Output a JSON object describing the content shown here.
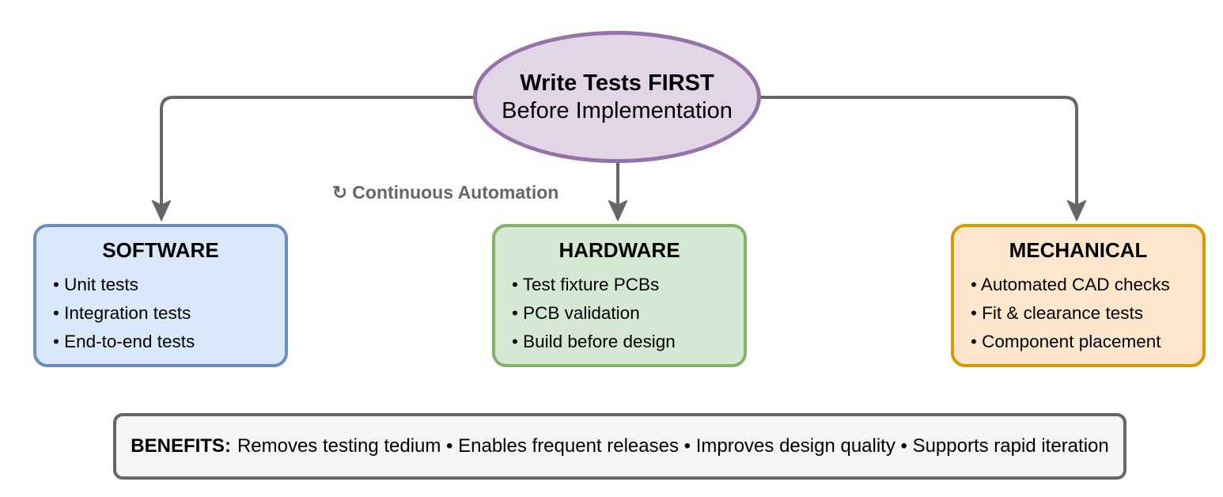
{
  "bullet_char": "•",
  "root": {
    "title": "Write Tests FIRST",
    "subtitle": "Before Implementation",
    "fill": "#e1d5e7",
    "stroke": "#9673a6"
  },
  "automation": {
    "icon": "↻",
    "text": "Continuous Automation",
    "color": "#666666"
  },
  "branches": [
    {
      "title": "SOFTWARE",
      "items": [
        "Unit tests",
        "Integration tests",
        "End-to-end tests"
      ],
      "fill": "#dae8fc",
      "stroke": "#6c8ebf"
    },
    {
      "title": "HARDWARE",
      "items": [
        "Test fixture PCBs",
        "PCB validation",
        "Build before design"
      ],
      "fill": "#d5e8d4",
      "stroke": "#82b366"
    },
    {
      "title": "MECHANICAL",
      "items": [
        "Automated CAD checks",
        "Fit & clearance tests",
        "Component placement"
      ],
      "fill": "#ffe6cc",
      "stroke": "#d79b00"
    }
  ],
  "benefits": {
    "label": "BENEFITS:",
    "text": "Removes testing tedium • Enables frequent releases • Improves design quality • Supports rapid iteration",
    "fill": "#f5f5f5",
    "stroke": "#666666"
  },
  "connector_color": "#666666"
}
